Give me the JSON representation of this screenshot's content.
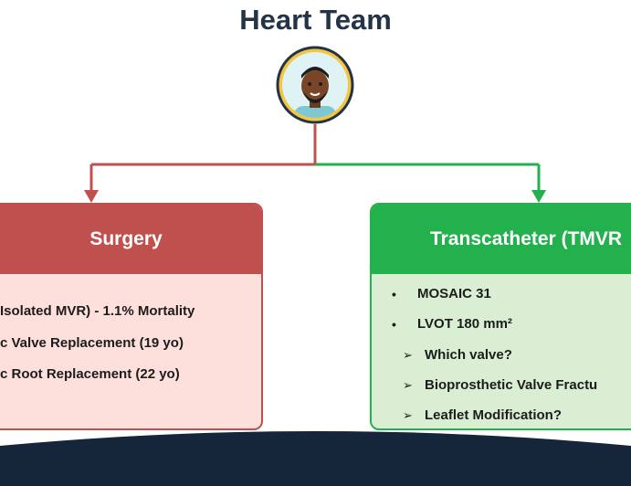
{
  "title": "Heart Team",
  "avatar_icon": "person-avatar-icon",
  "colors": {
    "surgery": "#c0504d",
    "transcatheter": "#22b14c",
    "title": "#243447",
    "footer": "#15263a"
  },
  "surgery": {
    "header": "Surgery",
    "items": [
      "Isolated MVR) - 1.1% Mortality",
      "c Valve Replacement (19 yo)",
      "c Root Replacement (22 yo)"
    ]
  },
  "transcatheter": {
    "header": "Transcatheter (TMVR",
    "bullets": [
      {
        "marker": "•",
        "text": "MOSAIC 31"
      },
      {
        "marker": "•",
        "text": "LVOT 180 mm²"
      }
    ],
    "subitems": [
      {
        "marker": "➢",
        "text": "Which valve?"
      },
      {
        "marker": "➢",
        "text": "Bioprosthetic Valve Fractu"
      },
      {
        "marker": "➢",
        "text": "Leaflet Modification?"
      }
    ]
  }
}
